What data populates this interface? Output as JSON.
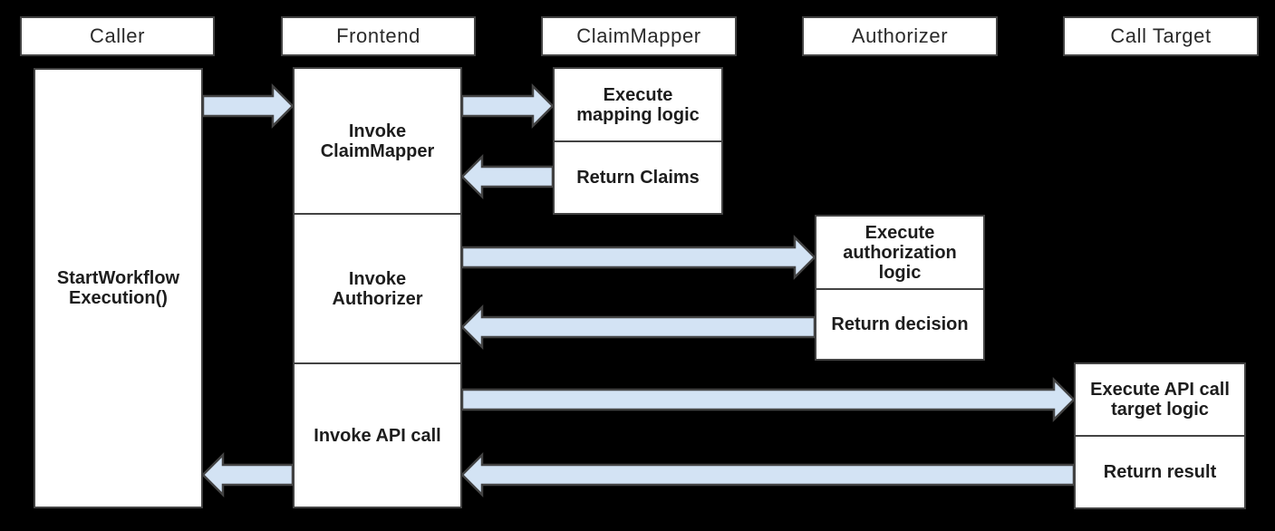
{
  "colors": {
    "background": "#000000",
    "box_fill": "#ffffff",
    "box_border": "#434343",
    "arrow_fill": "#d3e3f4",
    "arrow_border": "#434343",
    "text": "#1d1d1d"
  },
  "lanes": [
    {
      "label": "Caller"
    },
    {
      "label": "Frontend"
    },
    {
      "label": "ClaimMapper"
    },
    {
      "label": "Authorizer"
    },
    {
      "label": "Call Target"
    }
  ],
  "caller": {
    "activity": "StartWorkflow\nExecution()"
  },
  "frontend": {
    "steps": [
      "Invoke\nClaimMapper",
      "Invoke\nAuthorizer",
      "Invoke API call"
    ]
  },
  "claimmapper": {
    "steps": [
      "Execute\nmapping logic",
      "Return Claims"
    ]
  },
  "authorizer": {
    "steps": [
      "Execute\nauthorization\nlogic",
      "Return decision"
    ]
  },
  "calltarget": {
    "steps": [
      "Execute API call\ntarget logic",
      "Return result"
    ]
  },
  "flows": [
    {
      "from": "Caller",
      "to": "Frontend"
    },
    {
      "from": "Frontend",
      "to": "ClaimMapper"
    },
    {
      "from": "ClaimMapper",
      "to": "Frontend"
    },
    {
      "from": "Frontend",
      "to": "Authorizer"
    },
    {
      "from": "Authorizer",
      "to": "Frontend"
    },
    {
      "from": "Frontend",
      "to": "Call Target"
    },
    {
      "from": "Call Target",
      "to": "Frontend"
    },
    {
      "from": "Frontend",
      "to": "Caller"
    }
  ]
}
